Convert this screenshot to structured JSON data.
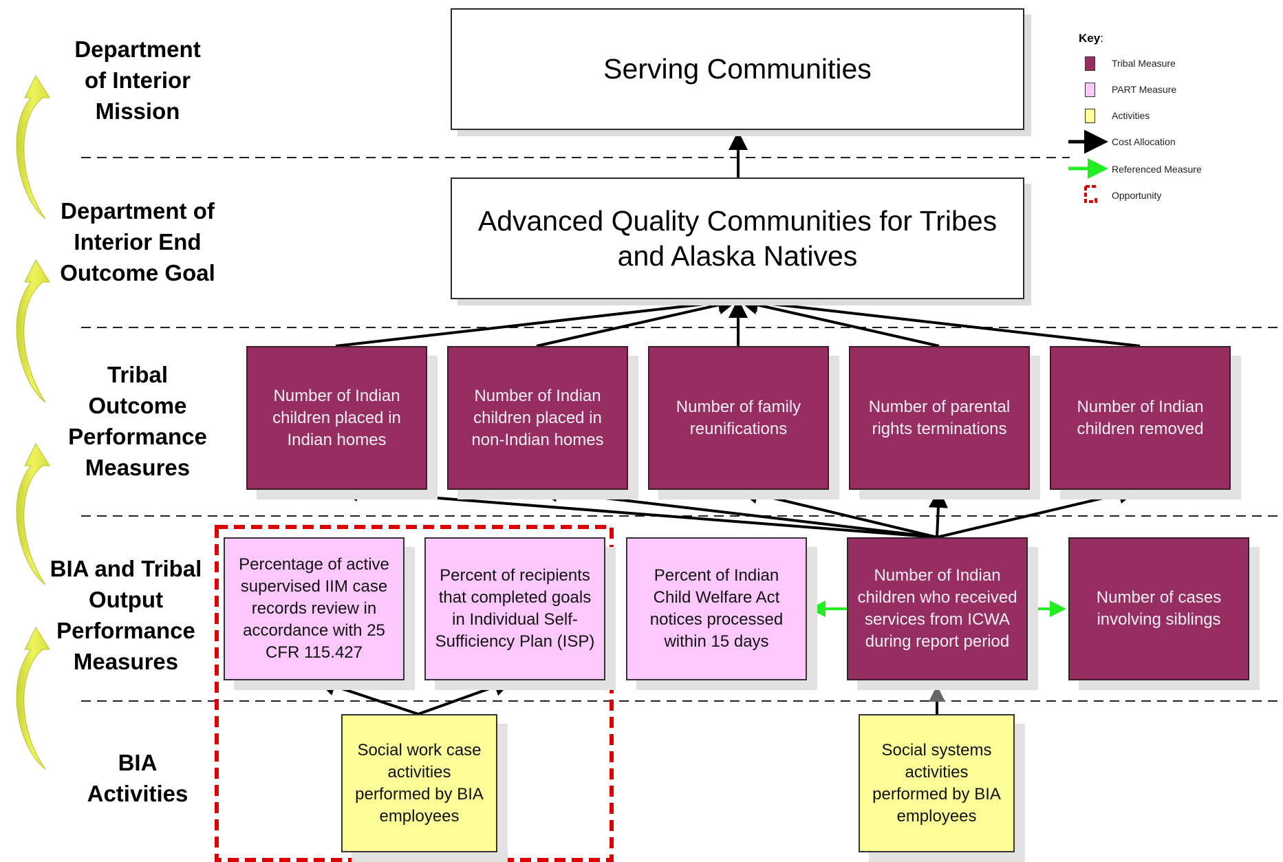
{
  "levels": {
    "mission": "Department\nof Interior\nMission",
    "end_outcome": "Department of\nInterior End\nOutcome Goal",
    "tribal_outcome": "Tribal\nOutcome\nPerformance\nMeasures",
    "output": "BIA and Tribal\nOutput\nPerformance\nMeasures",
    "activities": "BIA\nActivities"
  },
  "mission_box": "Serving Communities",
  "end_outcome_box": "Advanced Quality Communities for Tribes and Alaska Natives",
  "outcome_measures": [
    "Number of Indian children placed in Indian homes",
    "Number of Indian children placed in non-Indian homes",
    "Number of family reunifications",
    "Number of parental rights terminations",
    "Number of Indian children removed"
  ],
  "output_measures": [
    "Percentage of active supervised IIM case records review in accordance with 25 CFR 115.427",
    "Percent of recipients that completed goals in Individual Self-Sufficiency Plan (ISP)",
    "Percent of Indian Child Welfare Act notices processed within 15 days",
    "Number of Indian children who received services from ICWA during report period",
    "Number of cases involving siblings"
  ],
  "activities": [
    "Social work case activities performed by BIA employees",
    "Social systems activities performed by BIA employees"
  ],
  "key": {
    "title": "Key",
    "tribal": "Tribal Measure",
    "part": "PART Measure",
    "activities": "Activities",
    "cost": "Cost Allocation",
    "referenced": "Referenced Measure",
    "opportunity": "Opportunity"
  },
  "colors": {
    "tribal": "#962e62",
    "part": "#fdc8fd",
    "activities": "#fefe99",
    "cost_arrow": "#000000",
    "referenced_arrow": "#22ee22",
    "opportunity": "#dd0000",
    "level_arrow": "#e4ee3a"
  }
}
